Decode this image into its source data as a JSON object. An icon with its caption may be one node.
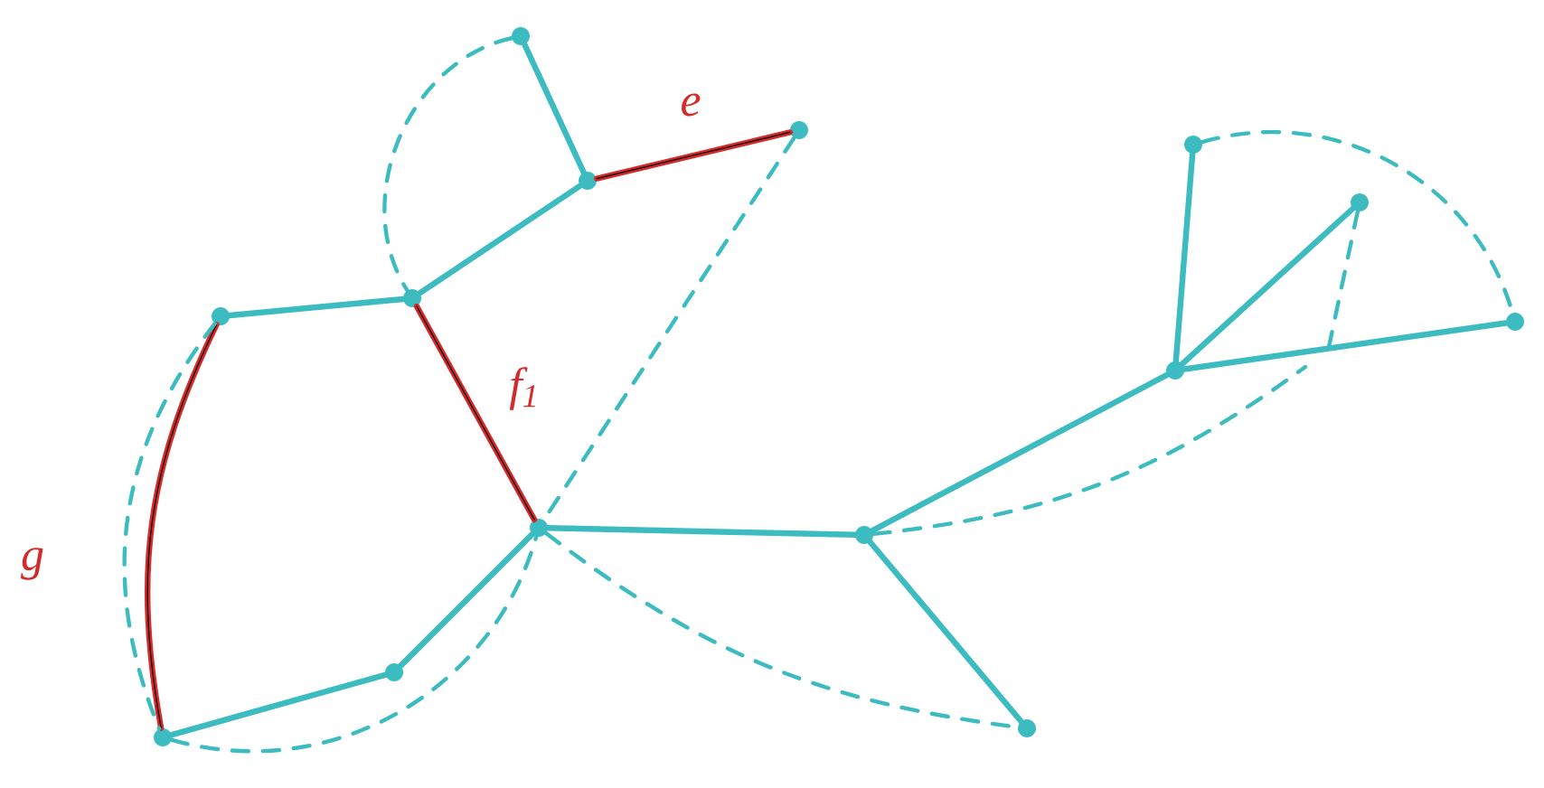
{
  "diagram": {
    "nodes": [
      {
        "text": [],
        "shape": "circle"
      },
      {
        "text": [],
        "shape": "circle"
      },
      {
        "text": [],
        "shape": "circle"
      },
      {
        "text": [],
        "shape": "circle"
      },
      {
        "text": [],
        "shape": "circle"
      },
      {
        "text": [],
        "shape": "circle"
      },
      {
        "text": [],
        "shape": "circle"
      },
      {
        "text": [],
        "shape": "circle"
      },
      {
        "text": [],
        "shape": "circle"
      },
      {
        "text": [],
        "shape": "circle"
      },
      {
        "text": [],
        "shape": "circle"
      },
      {
        "text": [],
        "shape": "circle"
      },
      {
        "text": [],
        "shape": "circle"
      },
      {
        "text": [],
        "shape": "circle"
      }
    ],
    "edges": [
      {
        "from": 0,
        "to": 1,
        "arrow": "none"
      },
      {
        "from": 1,
        "to": 2,
        "arrow": "none",
        "label": "e",
        "color": "#d42a2a"
      },
      {
        "from": 1,
        "to": 4,
        "arrow": "none"
      },
      {
        "from": 3,
        "to": 4,
        "arrow": "none"
      },
      {
        "from": 4,
        "to": 5,
        "arrow": "none",
        "label": "f$_{1}$",
        "color": "#d42a2a"
      },
      {
        "from": 3,
        "to": 7,
        "arrow": "none",
        "label": "g",
        "color": "#d42a2a"
      },
      {
        "from": 7,
        "to": 8,
        "arrow": "none"
      },
      {
        "from": 8,
        "to": 5,
        "arrow": "none"
      },
      {
        "from": 5,
        "to": 6,
        "arrow": "none"
      },
      {
        "from": 6,
        "to": 9,
        "arrow": "none"
      },
      {
        "from": 6,
        "to": 12,
        "arrow": "none"
      },
      {
        "from": 12,
        "to": 10,
        "arrow": "none"
      },
      {
        "from": 12,
        "to": 11,
        "arrow": "none"
      },
      {
        "from": 12,
        "to": 13,
        "arrow": "none"
      },
      {
        "from": 0,
        "to": 4,
        "arrow": "none",
        "style": "dashed"
      },
      {
        "from": 2,
        "to": 5,
        "arrow": "none",
        "style": "dashed"
      },
      {
        "from": 3,
        "to": 7,
        "arrow": "none",
        "style": "dashed"
      },
      {
        "from": 7,
        "to": 5,
        "arrow": "none",
        "style": "dashed"
      },
      {
        "from": 5,
        "to": 9,
        "arrow": "none",
        "style": "dashed"
      },
      {
        "from": 6,
        "to": null,
        "arrow": "none",
        "style": "dashed"
      },
      {
        "from": 10,
        "to": 13,
        "arrow": "none",
        "style": "dashed"
      },
      {
        "from": 11,
        "to": null,
        "arrow": "none",
        "style": "dashed"
      }
    ]
  }
}
